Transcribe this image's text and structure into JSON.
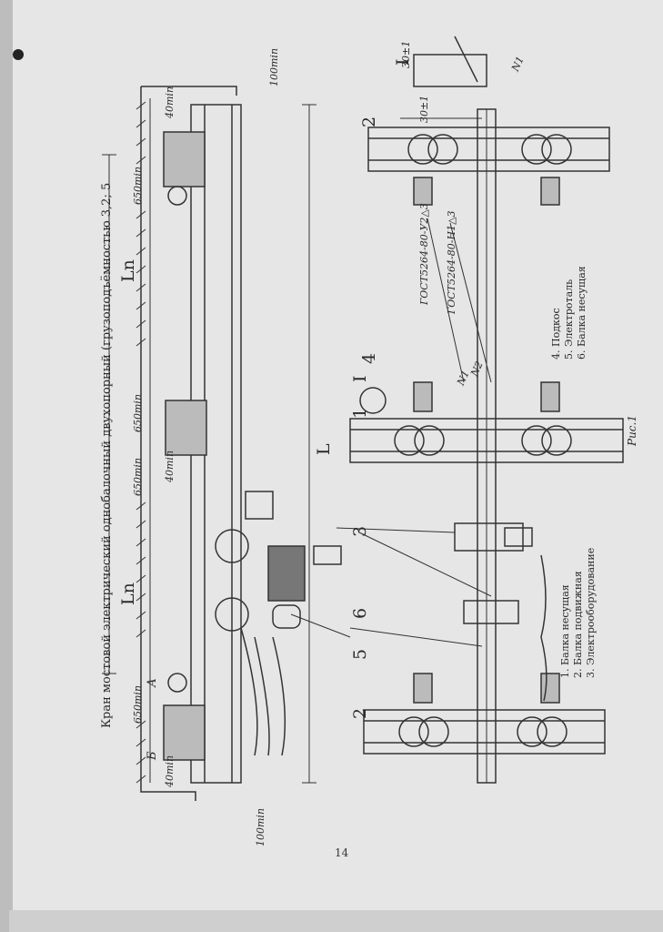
{
  "title": "Кран мостовой электрический однобалочный двухопорный (грузоподъёмностью 3,2; 5",
  "dimensions": {
    "min100": "100min",
    "min650": "650min",
    "min40": "40min",
    "L": "L",
    "Ln": "Ln",
    "dim30": "30±1"
  },
  "weld_marks": {
    "gost1": "ГОСТ5264-80-У2△3",
    "gost2": "ГОСТ5264-80-Н1△3",
    "n1": "N1",
    "n2": "N2"
  },
  "callouts": {
    "c1": "1",
    "c2": "2",
    "c3": "3",
    "c4": "4",
    "c5": "5",
    "c6": "6",
    "view_I": "I",
    "view_A": "А",
    "view_B": "Б"
  },
  "legend_left": [
    "1. Балка несущая",
    "2. Балка подвижная",
    "3. Электрооборудование"
  ],
  "legend_right": [
    "4. Подкос",
    "5. Электроталь",
    "6. Балка несущая"
  ],
  "figure_label": "Рис.1",
  "page_number": "14"
}
